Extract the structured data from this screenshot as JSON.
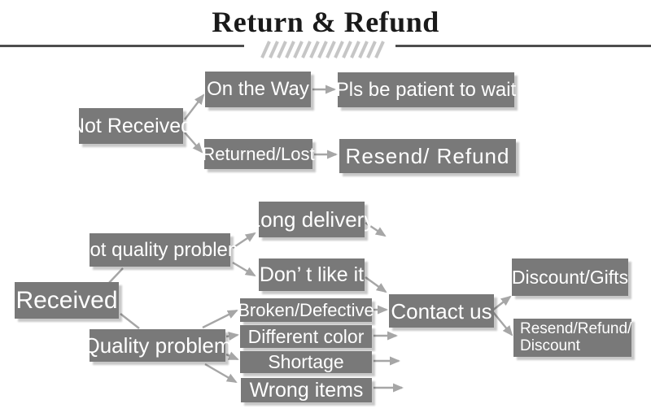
{
  "title": "Return & Refund",
  "colors": {
    "box_fill": "#797979",
    "box_text": "#ffffff",
    "arrow": "#a6a6a6",
    "divider": "#4d4d4d",
    "hatch": "#c6c6c6",
    "title_text": "#1a1a1a"
  },
  "flowchart": {
    "not_received": {
      "label": "Not Received"
    },
    "on_the_way": {
      "label": "On the Way"
    },
    "pls_wait": {
      "label": "Pls be patient to wait"
    },
    "returned_lost": {
      "label": "Returned/Lost"
    },
    "resend_refund": {
      "label": "Resend/ Refund"
    },
    "received": {
      "label": "Received"
    },
    "not_quality_problem": {
      "label": "Not quality problem"
    },
    "long_delivery": {
      "label": "Long delivery"
    },
    "dont_like_it": {
      "label": "Don’ t like it"
    },
    "quality_problem": {
      "label": "Quality problem"
    },
    "broken_defective": {
      "label": "Broken/Defective"
    },
    "different_color": {
      "label": "Different color"
    },
    "shortage": {
      "label": "Shortage"
    },
    "wrong_items": {
      "label": "Wrong items"
    },
    "contact_us": {
      "label": "Contact us"
    },
    "discount_gifts": {
      "label": "Discount/Gifts"
    },
    "resend_refund_discount": {
      "line1": "Resend/Refund/",
      "line2": "Discount"
    }
  }
}
